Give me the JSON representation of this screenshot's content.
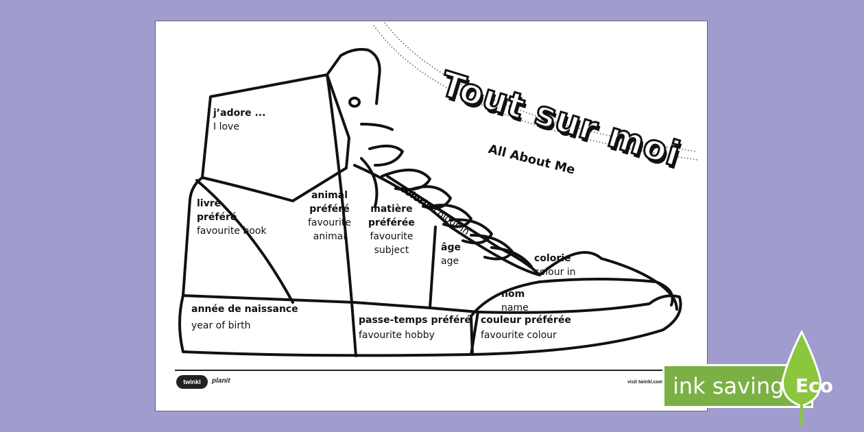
{
  "title": "Tout sur moi",
  "subtitle": "All About Me",
  "sections": {
    "jadore": {
      "fr": "j’adore ...",
      "en": "I love"
    },
    "livre": {
      "fr1": "livre",
      "fr2": "préféré",
      "en": "favourite book"
    },
    "animal": {
      "fr1": "animal",
      "fr2": "préféré",
      "en1": "favourite",
      "en2": "animal"
    },
    "matiere": {
      "fr1": "matière",
      "fr2": "préférée",
      "en1": "favourite",
      "en2": "subject"
    },
    "colorie_laces": {
      "fr": "colorie",
      "en": "colour in"
    },
    "age": {
      "fr": "âge",
      "en": "age"
    },
    "colorie_toe": {
      "fr": "colorie",
      "en": "colour in"
    },
    "nom": {
      "fr": "nom",
      "en": "name"
    },
    "annee": {
      "fr": "année de naissance",
      "en": "year of birth"
    },
    "passe_temps": {
      "fr": "passe-temps préféré",
      "en": "favourite hobby"
    },
    "couleur": {
      "fr": "couleur préférée",
      "en": "favourite colour"
    }
  },
  "footer": {
    "logo": "twinkl",
    "brand": "planit",
    "visit": "visit twinkl.com"
  },
  "eco": {
    "label": "ink saving",
    "badge": "Eco"
  },
  "colors": {
    "background": "#a09ccd",
    "eco_green": "#7bb144"
  }
}
